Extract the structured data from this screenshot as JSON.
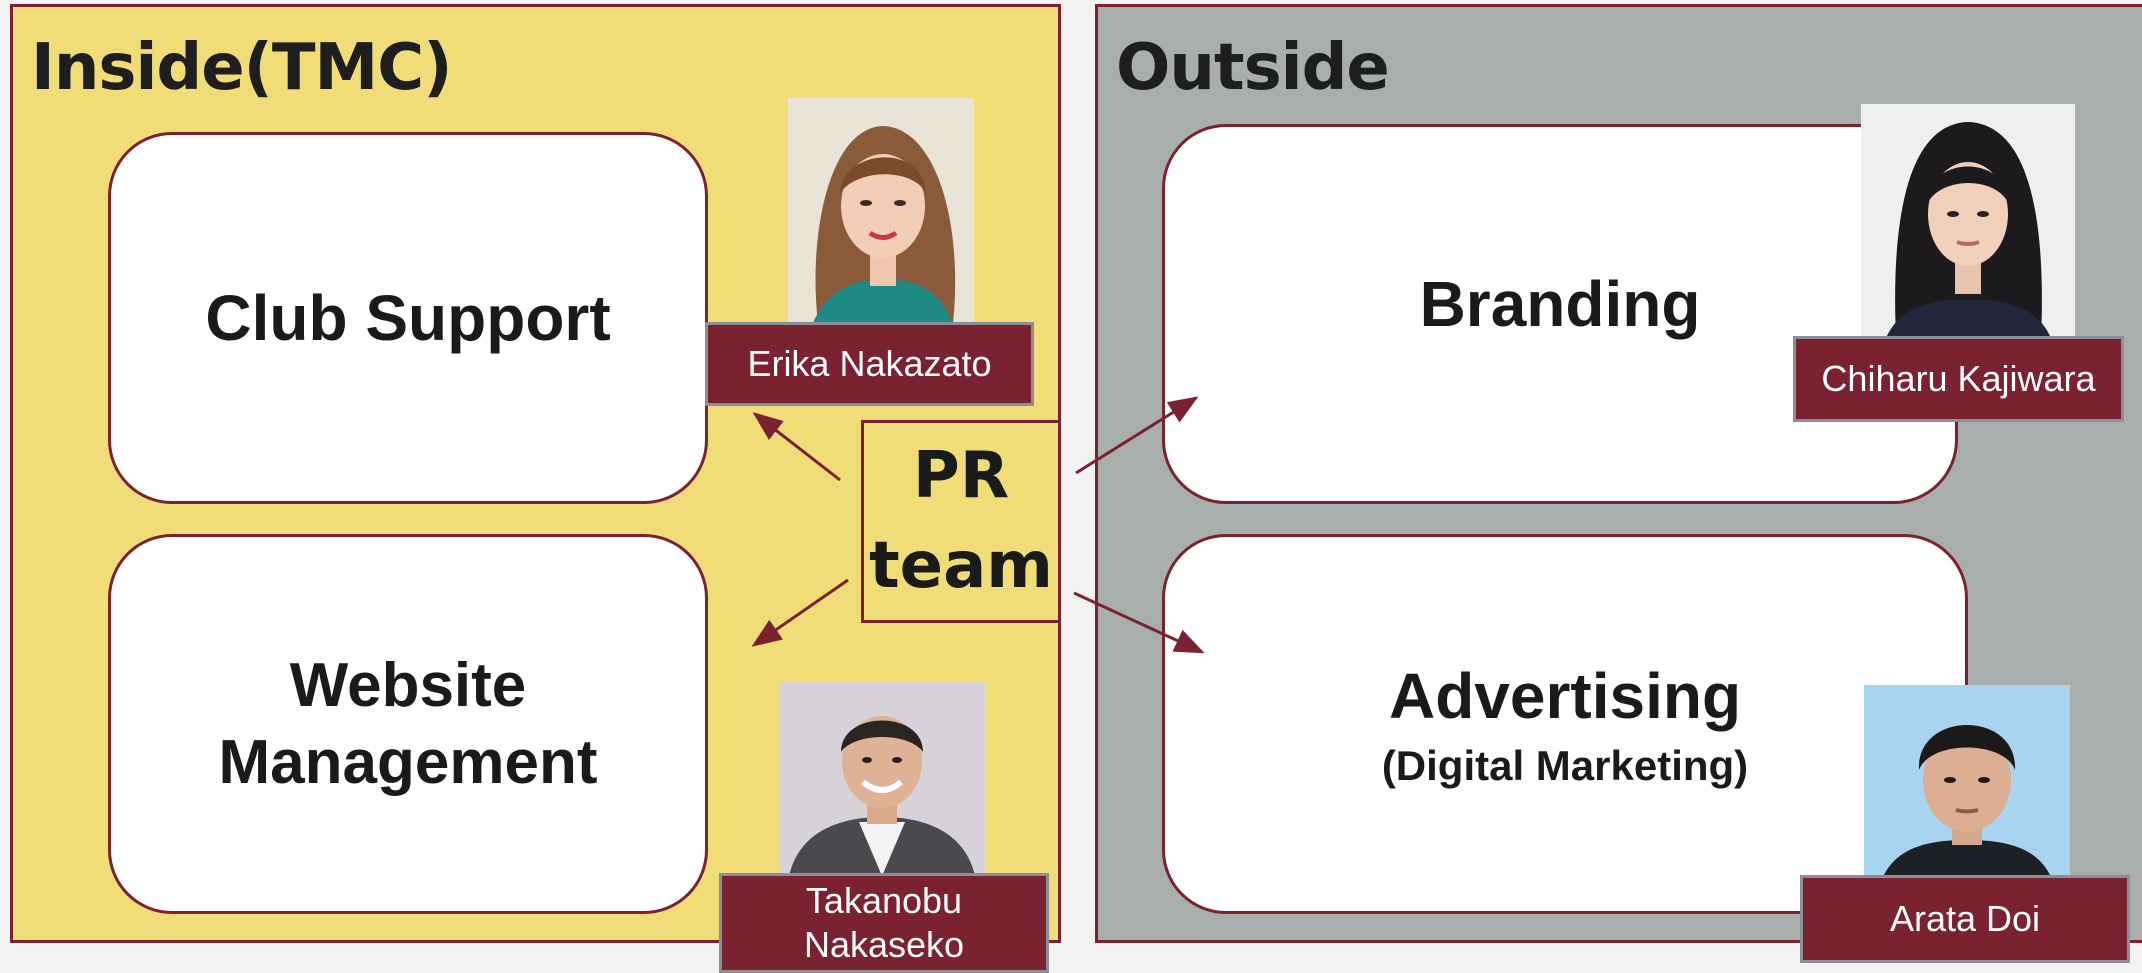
{
  "inside": {
    "title": "Inside(TMC)"
  },
  "outside": {
    "title": "Outside"
  },
  "center": {
    "label_line1": "PR",
    "label_line2": "team"
  },
  "boxes": {
    "club_support": {
      "label": "Club Support"
    },
    "website_management": {
      "line1": "Website",
      "line2": "Management"
    },
    "branding": {
      "label": "Branding"
    },
    "advertising": {
      "label": "Advertising",
      "sublabel": "(Digital Marketing)"
    }
  },
  "people": {
    "erika": {
      "name": "Erika Nakazato"
    },
    "takanobu": {
      "name_line1": "Takanobu",
      "name_line2": "Nakaseko"
    },
    "chiharu": {
      "name": "Chiharu Kajiwara"
    },
    "arata": {
      "name": "Arata Doi"
    }
  },
  "colors": {
    "inside_background": "#f0dd77",
    "outside_background": "#a8aeac",
    "accent_maroon": "#7b2231",
    "box_fill": "#ffffff"
  }
}
